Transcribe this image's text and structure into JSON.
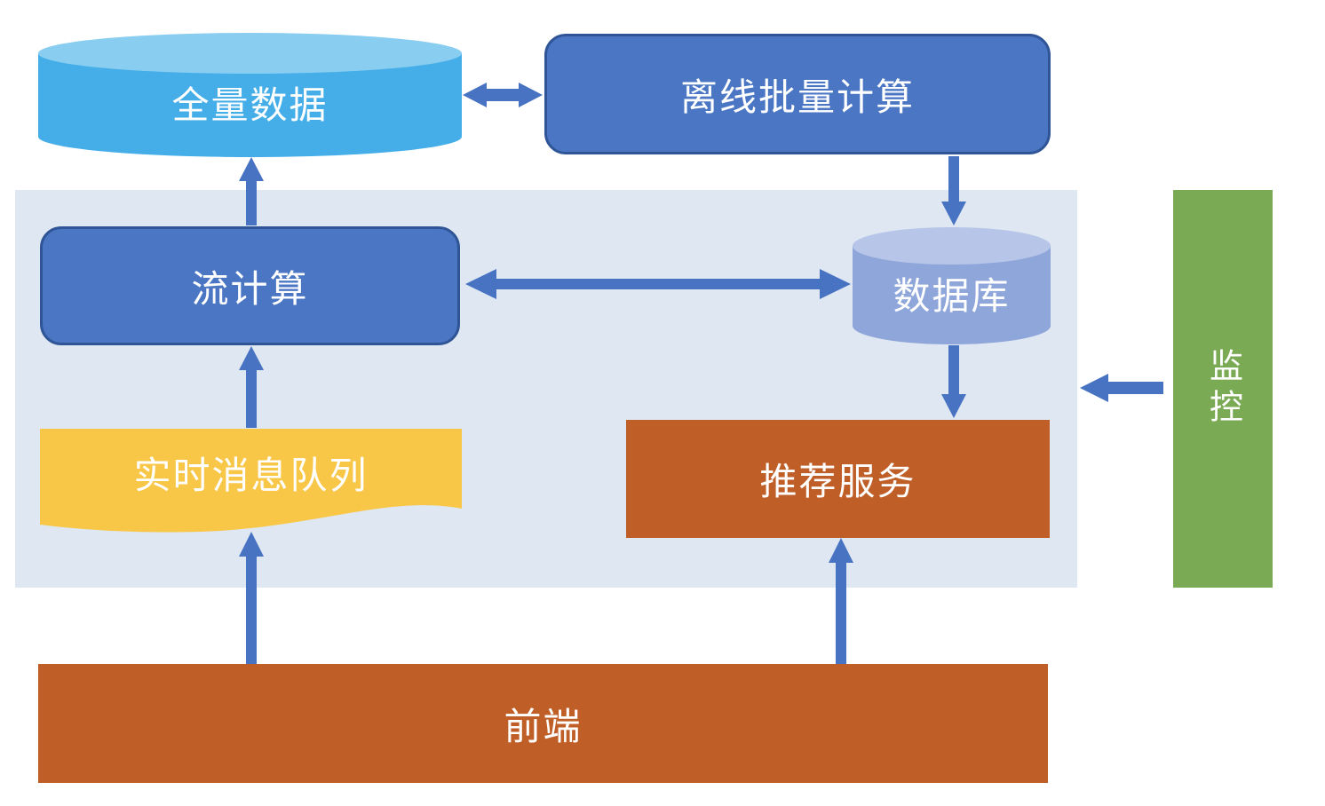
{
  "diagram": {
    "type": "architecture-flow",
    "nodes": {
      "full_data": {
        "label": "全量数据",
        "shape": "cylinder",
        "color": "#45AEE8"
      },
      "offline_batch": {
        "label": "离线批量计算",
        "shape": "rounded-rect",
        "color": "#4A76C4"
      },
      "stream_compute": {
        "label": "流计算",
        "shape": "rounded-rect",
        "color": "#4A76C4"
      },
      "database": {
        "label": "数据库",
        "shape": "cylinder",
        "color": "#8FA6DA"
      },
      "realtime_queue": {
        "label": "实时消息队列",
        "shape": "wave-document",
        "color": "#F9C748"
      },
      "recommend_service": {
        "label": "推荐服务",
        "shape": "rect",
        "color": "#C05E28"
      },
      "frontend": {
        "label": "前端",
        "shape": "rect",
        "color": "#C05E28"
      },
      "monitor": {
        "label": "监控",
        "shape": "rect",
        "color": "#7BAA54"
      }
    },
    "edges": [
      {
        "from": "full_data",
        "to": "offline_batch",
        "direction": "bidirectional"
      },
      {
        "from": "offline_batch",
        "to": "database",
        "direction": "down"
      },
      {
        "from": "stream_compute",
        "to": "full_data",
        "direction": "up"
      },
      {
        "from": "stream_compute",
        "to": "database",
        "direction": "bidirectional"
      },
      {
        "from": "database",
        "to": "recommend_service",
        "direction": "down"
      },
      {
        "from": "realtime_queue",
        "to": "stream_compute",
        "direction": "up"
      },
      {
        "from": "frontend",
        "to": "realtime_queue",
        "direction": "up"
      },
      {
        "from": "frontend",
        "to": "recommend_service",
        "direction": "up"
      },
      {
        "from": "monitor",
        "to": "realtime_layer_panel",
        "direction": "left"
      }
    ],
    "colors": {
      "panel_background": "#DEE7F2",
      "arrow": "#4773C2",
      "blue_box_fill": "#4A76C4",
      "blue_box_border": "#2F5597",
      "light_cylinder_body": "#45AEE8",
      "light_cylinder_top": "#89CDF1",
      "db_cylinder_body": "#8FA6DA",
      "db_cylinder_top": "#B7C6E8",
      "wave_fill": "#F9C748",
      "orange_fill": "#C05E28",
      "green_fill": "#7BAA54",
      "text": "#FFFFFF"
    }
  }
}
